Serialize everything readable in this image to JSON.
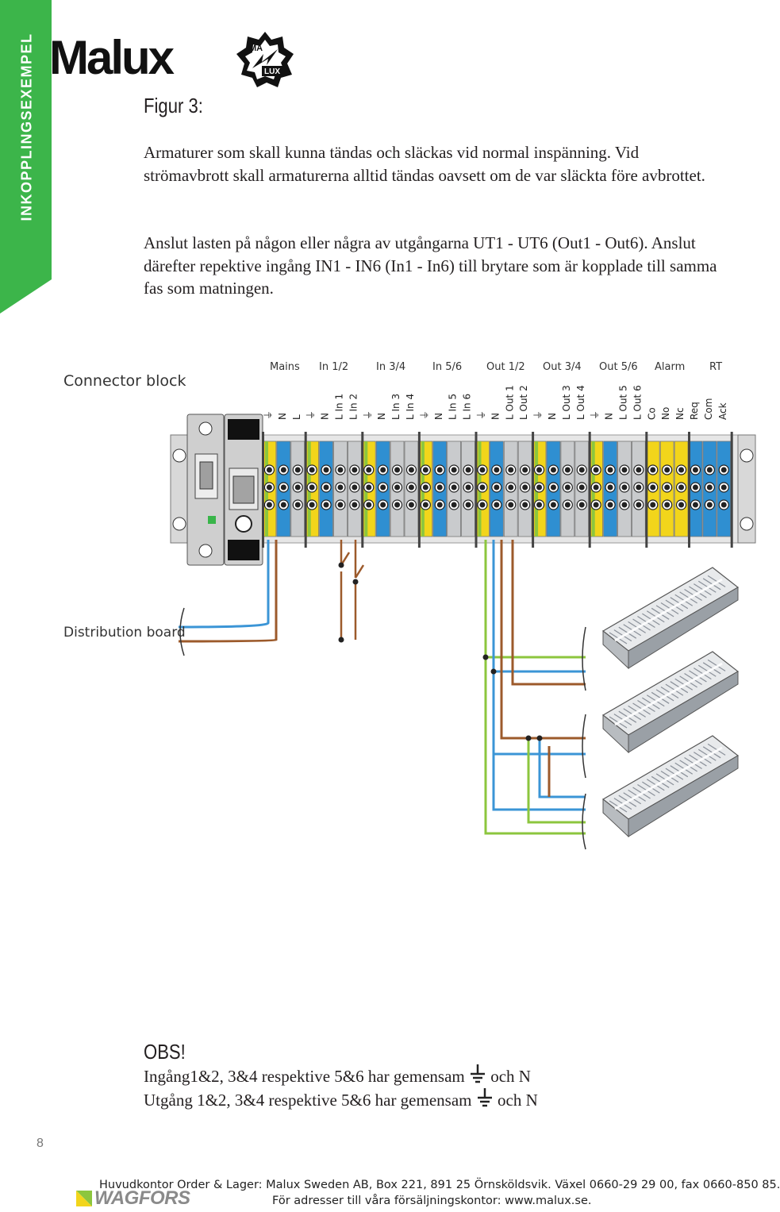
{
  "side_tab": {
    "label": "INKOPPLINGSEXEMPEL",
    "color": "#3cb54a"
  },
  "brand": {
    "logo_text": "Malux",
    "badge_top": "MA",
    "badge_bottom": "LUX"
  },
  "figure": {
    "title": "Figur 3:",
    "paragraph1": "Armaturer som skall kunna tändas och släckas vid normal inspänning. Vid strömavbrott skall armaturerna alltid tändas oavsett om de var släckta före avbrottet.",
    "paragraph2": "Anslut lasten på någon eller några av utgångarna UT1 - UT6 (Out1 - Out6). Anslut därefter repektive ingång IN1 - IN6 (In1 - In6) till brytare som är kopplade till samma fas som matningen."
  },
  "diagram": {
    "connector_block_label": "Connector block",
    "distribution_board_label": "Distribution board",
    "group_labels": [
      "Mains",
      "In 1/2",
      "In 3/4",
      "In 5/6",
      "Out 1/2",
      "Out 3/4",
      "Out 5/6",
      "Alarm",
      "RT"
    ],
    "terminal_labels": [
      "⏚",
      "N",
      "L",
      "⏚",
      "N",
      "L In 1",
      "L In 2",
      "⏚",
      "N",
      "L In 3",
      "L In 4",
      "⏚",
      "N",
      "L In 5",
      "L In 6",
      "⏚",
      "N",
      "L Out 1",
      "L Out 2",
      "⏚",
      "N",
      "L Out 3",
      "L Out 4",
      "⏚",
      "N",
      "L Out 5",
      "L Out 6",
      "Co",
      "No",
      "Nc",
      "Req",
      "Com",
      "Ack"
    ],
    "colors": {
      "earth": "#f2d51b",
      "neutral": "#2f8fd1",
      "terminal": "#c9cbcd",
      "wire_brown": "#9c5a2b",
      "wire_blue": "#3b95d6",
      "wire_green": "#8cc63e"
    }
  },
  "obs": {
    "title": "OBS!",
    "line1_a": "Ingång1&2, 3&4 respektive 5&6 har gemensam",
    "line1_b": "och N",
    "line2_a": "Utgång 1&2, 3&4 respektive 5&6 har gemensam",
    "line2_b": "och N"
  },
  "page_number": "8",
  "footer": {
    "line1": "Huvudkontor Order & Lager: Malux Sweden AB, Box 221, 891 25 Örnsköldsvik. Växel 0660-29 29 00, fax 0660-850 85.",
    "line2": "För adresser till våra försäljningskontor:  www.malux.se.",
    "wagfors_logo": "WAGFORS"
  }
}
